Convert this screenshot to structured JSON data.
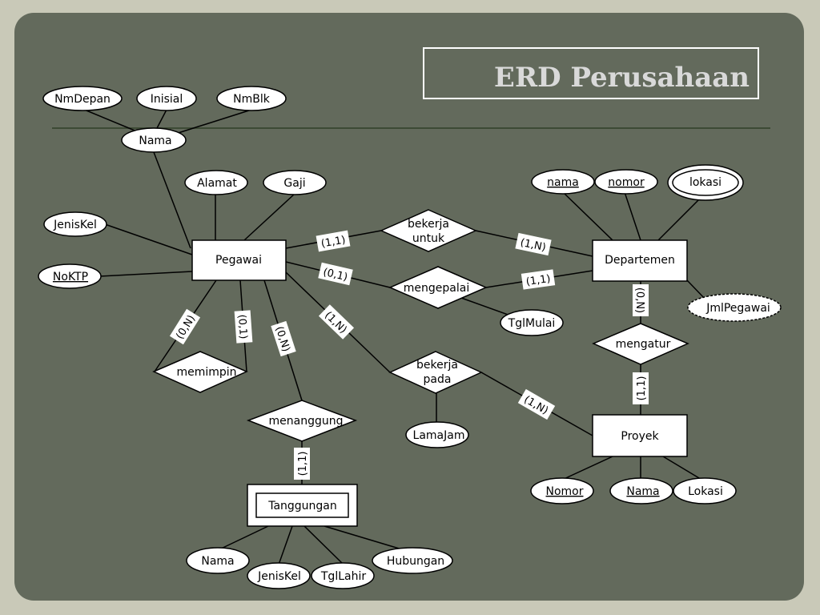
{
  "title": "ERD Perusahaan",
  "entities": {
    "pegawai": "Pegawai",
    "departemen": "Departemen",
    "proyek": "Proyek",
    "tanggungan": "Tanggungan"
  },
  "relationships": {
    "bekerja_untuk": [
      "bekerja",
      "untuk"
    ],
    "mengepalai": "mengepalai",
    "mengatur": "mengatur",
    "bekerja_pada": [
      "bekerja",
      "pada"
    ],
    "memimpin": "memimpin",
    "menanggung": "menanggung"
  },
  "attributes": {
    "nmdepan": "NmDepan",
    "inisial": "Inisial",
    "nmblk": "NmBlk",
    "nama_pegawai": "Nama",
    "alamat": "Alamat",
    "gaji": "Gaji",
    "jeniskel_pegawai": "JenisKel",
    "noktp": "NoKTP",
    "nama_departemen": "nama",
    "nomor_departemen": "nomor",
    "lokasi_departemen": "lokasi",
    "jmlpegawai": "JmlPegawai",
    "tglmulai": "TglMulai",
    "lamajam": "LamaJam",
    "nomor_proyek": "Nomor",
    "nama_proyek": "Nama",
    "lokasi_proyek": "Lokasi",
    "nama_tanggungan": "Nama",
    "jeniskel_tanggungan": "JenisKel",
    "tgllahir": "TglLahir",
    "hubungan": "Hubungan"
  },
  "cardinalities": {
    "peg_bekerja_untuk": "(1,1)",
    "dep_bekerja_untuk": "(1,N)",
    "peg_mengepalai": "(0,1)",
    "dep_mengepalai": "(1,1)",
    "dep_mengatur": "(0,N)",
    "proyek_mengatur": "(1,1)",
    "peg_bekerja_pada": "(1,N)",
    "proyek_bekerja_pada": "(1,N)",
    "memimpin_a": "(0,N)",
    "memimpin_b": "(0,1)",
    "peg_menanggung": "(0,N)",
    "tanggungan_menanggung": "(1,1)"
  }
}
